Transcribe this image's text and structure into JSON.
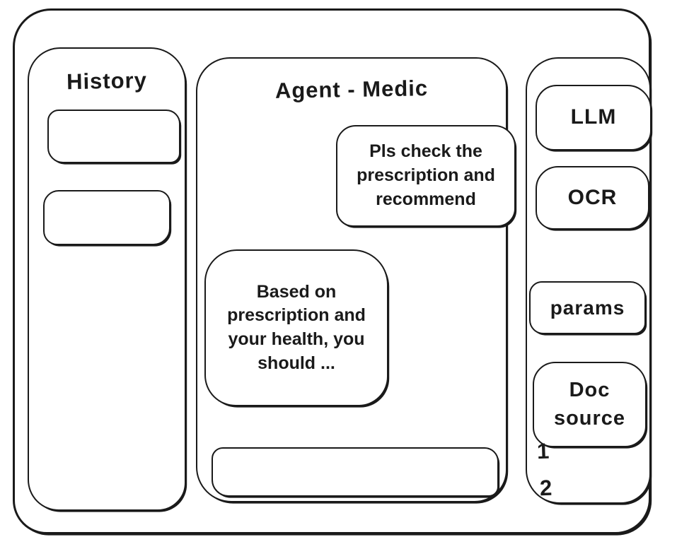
{
  "window": {
    "ink_color": "#1a1a1a",
    "background_color": "#ffffff"
  },
  "history_panel": {
    "title": "History",
    "items": [
      {
        "label": ""
      },
      {
        "label": ""
      }
    ]
  },
  "chat_panel": {
    "title": "Agent - Medic",
    "messages": [
      {
        "role": "user",
        "text": "Pls check the prescription and recommend"
      },
      {
        "role": "assistant",
        "text": "Based on prescription and your health, you should ..."
      }
    ],
    "input": {
      "value": "",
      "placeholder": ""
    }
  },
  "tools_panel": {
    "buttons": [
      {
        "label": "LLM"
      },
      {
        "label": "OCR"
      },
      {
        "label": "params"
      },
      {
        "label": "Doc source"
      }
    ],
    "doc_source_items": [
      {
        "label": "1"
      },
      {
        "label": "2"
      }
    ]
  }
}
